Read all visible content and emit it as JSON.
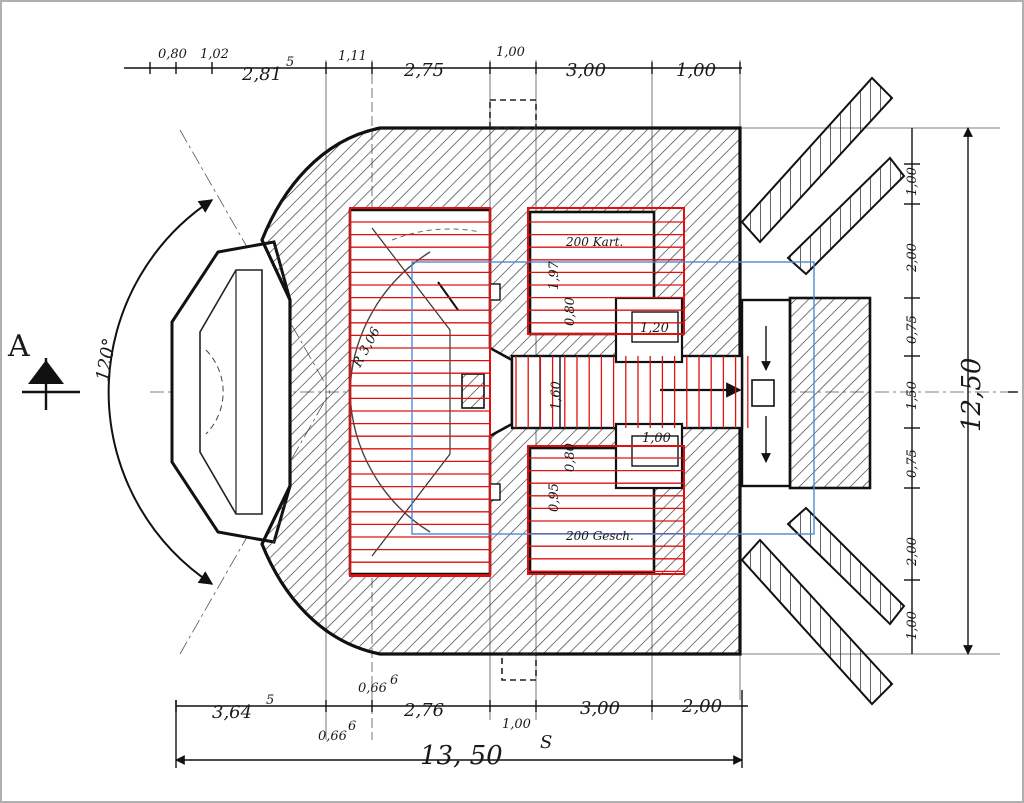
{
  "section_marker": "A",
  "angle_label": "120°",
  "radius_label": "R 3,06",
  "rooms": {
    "upper": "200 Kart.",
    "lower": "200 Gesch."
  },
  "dims_top": {
    "d1": "0,80",
    "d2": "1,02",
    "d3": "2,81",
    "d3_sup": "5",
    "d4": "1,11",
    "d5": "2,75",
    "d6": "1,00",
    "d7": "3,00",
    "d8": "1,00"
  },
  "dims_bottom": {
    "d1": "3,64",
    "d1_sup": "5",
    "d2": "0,66",
    "d2_sup": "6",
    "d3": "0,66",
    "d3_sup": "6",
    "d4": "2,76",
    "d5": "1,00",
    "d6": "3,00",
    "d7": "2,00",
    "total": "13, 50",
    "total_sup": "S"
  },
  "dims_right": {
    "total": "12,50",
    "r1": "1,00",
    "r2": "2,00",
    "r3": "0,75",
    "r4": "1,50",
    "r5": "0,75",
    "r6": "2,00",
    "r7": "1,00"
  },
  "dims_inner": {
    "i1": "1,97",
    "i2": "0,80",
    "i3": "1,20",
    "i4": "1,60",
    "i5": "1,00",
    "i6": "0,80",
    "i7": "0,95"
  }
}
